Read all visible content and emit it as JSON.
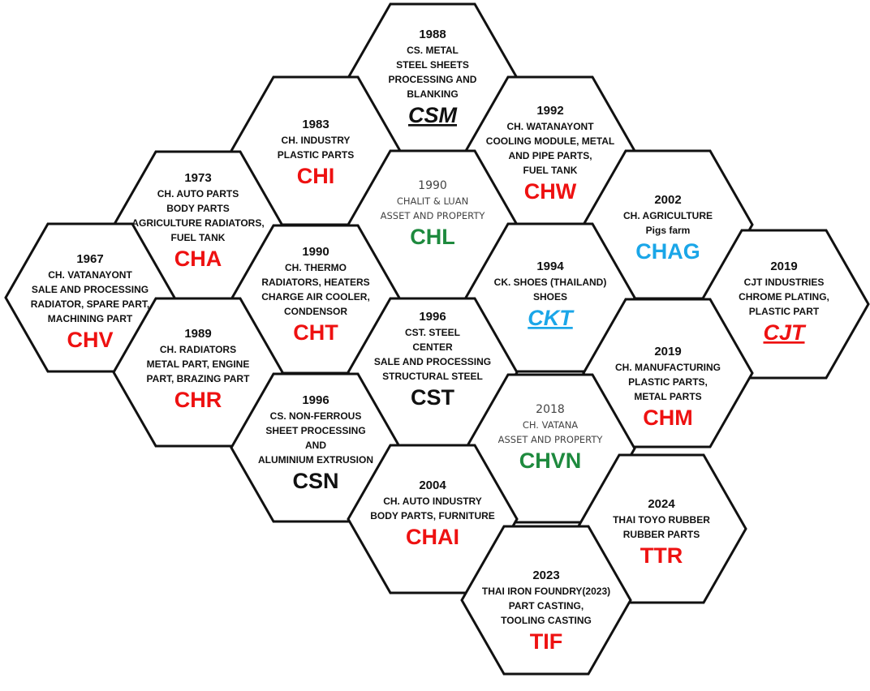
{
  "colors": {
    "red": "#ee1111",
    "green": "#1e8a3e",
    "blue": "#1aa6e8",
    "black": "#111111"
  },
  "companies": [
    {
      "id": "csm",
      "year": "1988",
      "desc": [
        "CS. METAL",
        "STEEL SHEETS",
        "PROCESSING AND",
        "BLANKING"
      ],
      "code": "CSM",
      "code_color": "black",
      "code_style": "italic-underline"
    },
    {
      "id": "chi",
      "year": "1983",
      "desc": [
        "CH. INDUSTRY",
        "PLASTIC PARTS"
      ],
      "code": "CHI",
      "code_color": "red",
      "code_style": "normal"
    },
    {
      "id": "chw",
      "year": "1992",
      "desc": [
        "CH. WATANAYONT",
        "COOLING MODULE, METAL",
        "AND PIPE PARTS,",
        "FUEL TANK"
      ],
      "code": "CHW",
      "code_color": "red",
      "code_style": "normal"
    },
    {
      "id": "cha",
      "year": "1973",
      "desc": [
        "CH. AUTO PARTS",
        "BODY PARTS",
        "AGRICULTURE RADIATORS,",
        "FUEL TANK"
      ],
      "code": "CHA",
      "code_color": "red",
      "code_style": "normal"
    },
    {
      "id": "chl",
      "year": "1990",
      "desc": [
        "CHALIT & LUAN",
        "ASSET AND PROPERTY"
      ],
      "code": "CHL",
      "code_color": "green",
      "code_style": "light"
    },
    {
      "id": "chag",
      "year": "2002",
      "desc": [
        "CH. AGRICULTURE",
        "Pigs farm"
      ],
      "code": "CHAG",
      "code_color": "blue",
      "code_style": "normal"
    },
    {
      "id": "chv",
      "year": "1967",
      "desc": [
        "CH. VATANAYONT",
        "SALE AND PROCESSING",
        "RADIATOR, SPARE PART,",
        "MACHINING PART"
      ],
      "code": "CHV",
      "code_color": "red",
      "code_style": "normal"
    },
    {
      "id": "cht",
      "year": "1990",
      "desc": [
        "CH. THERMO",
        "RADIATORS, HEATERS",
        "CHARGE AIR COOLER,",
        "CONDENSOR"
      ],
      "code": "CHT",
      "code_color": "red",
      "code_style": "normal"
    },
    {
      "id": "ckt",
      "year": "1994",
      "desc": [
        "CK. SHOES (THAILAND)",
        "SHOES"
      ],
      "code": "CKT",
      "code_color": "blue",
      "code_style": "italic-underline"
    },
    {
      "id": "cjt",
      "year": "2019",
      "desc": [
        "CJT INDUSTRIES",
        "CHROME PLATING,",
        "PLASTIC PART"
      ],
      "code": "CJT",
      "code_color": "red",
      "code_style": "italic-underline"
    },
    {
      "id": "chr",
      "year": "1989",
      "desc": [
        "CH. RADIATORS",
        "METAL PART, ENGINE",
        "PART, BRAZING PART"
      ],
      "code": "CHR",
      "code_color": "red",
      "code_style": "normal"
    },
    {
      "id": "cst",
      "year": "1996",
      "desc": [
        "CST. STEEL",
        "CENTER",
        "SALE AND PROCESSING",
        "STRUCTURAL STEEL"
      ],
      "code": "CST",
      "code_color": "black",
      "code_style": "normal"
    },
    {
      "id": "chm",
      "year": "2019",
      "desc": [
        "CH. MANUFACTURING",
        "PLASTIC PARTS,",
        "METAL PARTS"
      ],
      "code": "CHM",
      "code_color": "red",
      "code_style": "normal"
    },
    {
      "id": "csn",
      "year": "1996",
      "desc": [
        "CS. NON-FERROUS",
        "SHEET PROCESSING",
        "AND",
        "ALUMINIUM EXTRUSION"
      ],
      "code": "CSN",
      "code_color": "black",
      "code_style": "normal"
    },
    {
      "id": "chvn",
      "year": "2018",
      "desc": [
        "CH. VATANA",
        "ASSET AND PROPERTY"
      ],
      "code": "CHVN",
      "code_color": "green",
      "code_style": "light"
    },
    {
      "id": "chai",
      "year": "2004",
      "desc": [
        "CH. AUTO INDUSTRY",
        "BODY PARTS, FURNITURE"
      ],
      "code": "CHAI",
      "code_color": "red",
      "code_style": "normal"
    },
    {
      "id": "ttr",
      "year": "2024",
      "desc": [
        "THAI TOYO RUBBER",
        "RUBBER PARTS"
      ],
      "code": "TTR",
      "code_color": "red",
      "code_style": "large"
    },
    {
      "id": "tif",
      "year": "2023",
      "desc": [
        "THAI IRON FOUNDRY(2023)",
        "PART CASTING,",
        "TOOLING CASTING"
      ],
      "code": "TIF",
      "code_color": "red",
      "code_style": "large"
    }
  ]
}
